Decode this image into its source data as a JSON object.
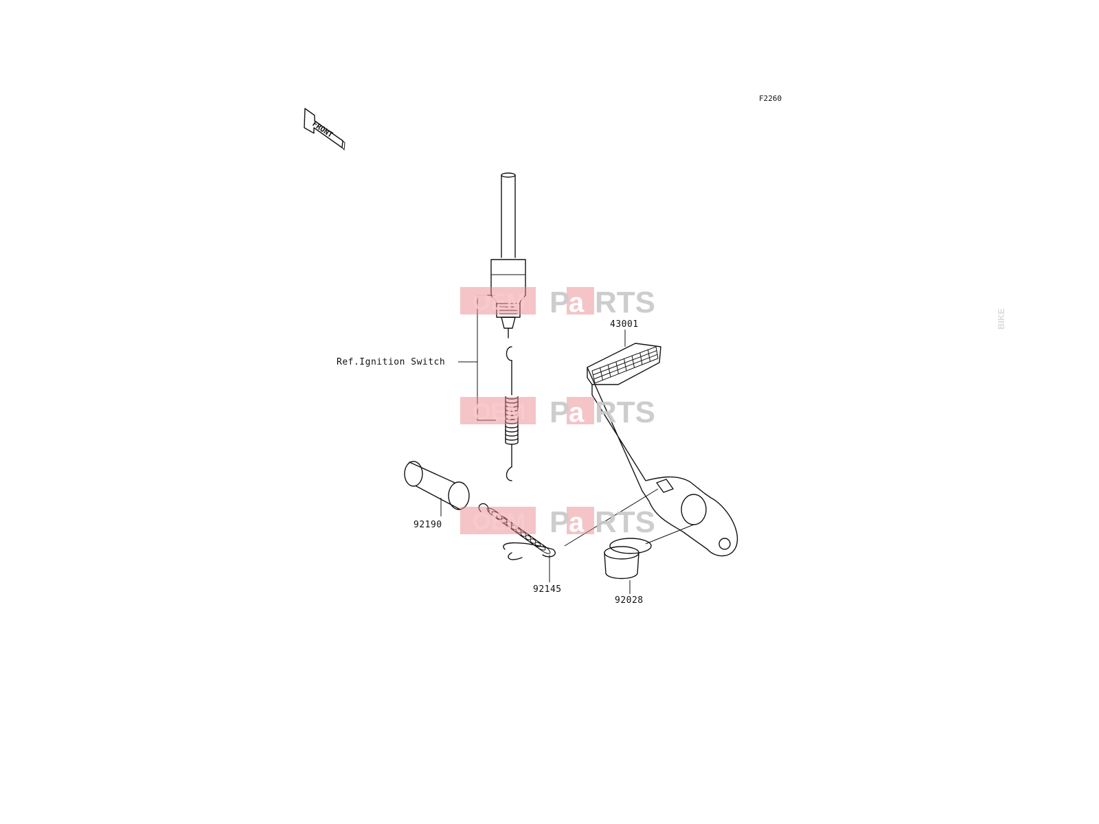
{
  "diagram_code": "F2260",
  "front_arrow_label": "FRONT",
  "ref_label": "Ref.Ignition Switch",
  "parts": [
    {
      "id": "part-43001",
      "number": "43001"
    },
    {
      "id": "part-92190",
      "number": "92190"
    },
    {
      "id": "part-92145",
      "number": "92145"
    },
    {
      "id": "part-92028",
      "number": "92028"
    }
  ],
  "watermark": {
    "left": "OEM",
    "middle": "BIKE",
    "right_p": "P",
    "right_a": "a",
    "right_rest": "RTS"
  },
  "colors": {
    "line": "#111111",
    "watermark": "#e8868c",
    "background": "#ffffff"
  }
}
